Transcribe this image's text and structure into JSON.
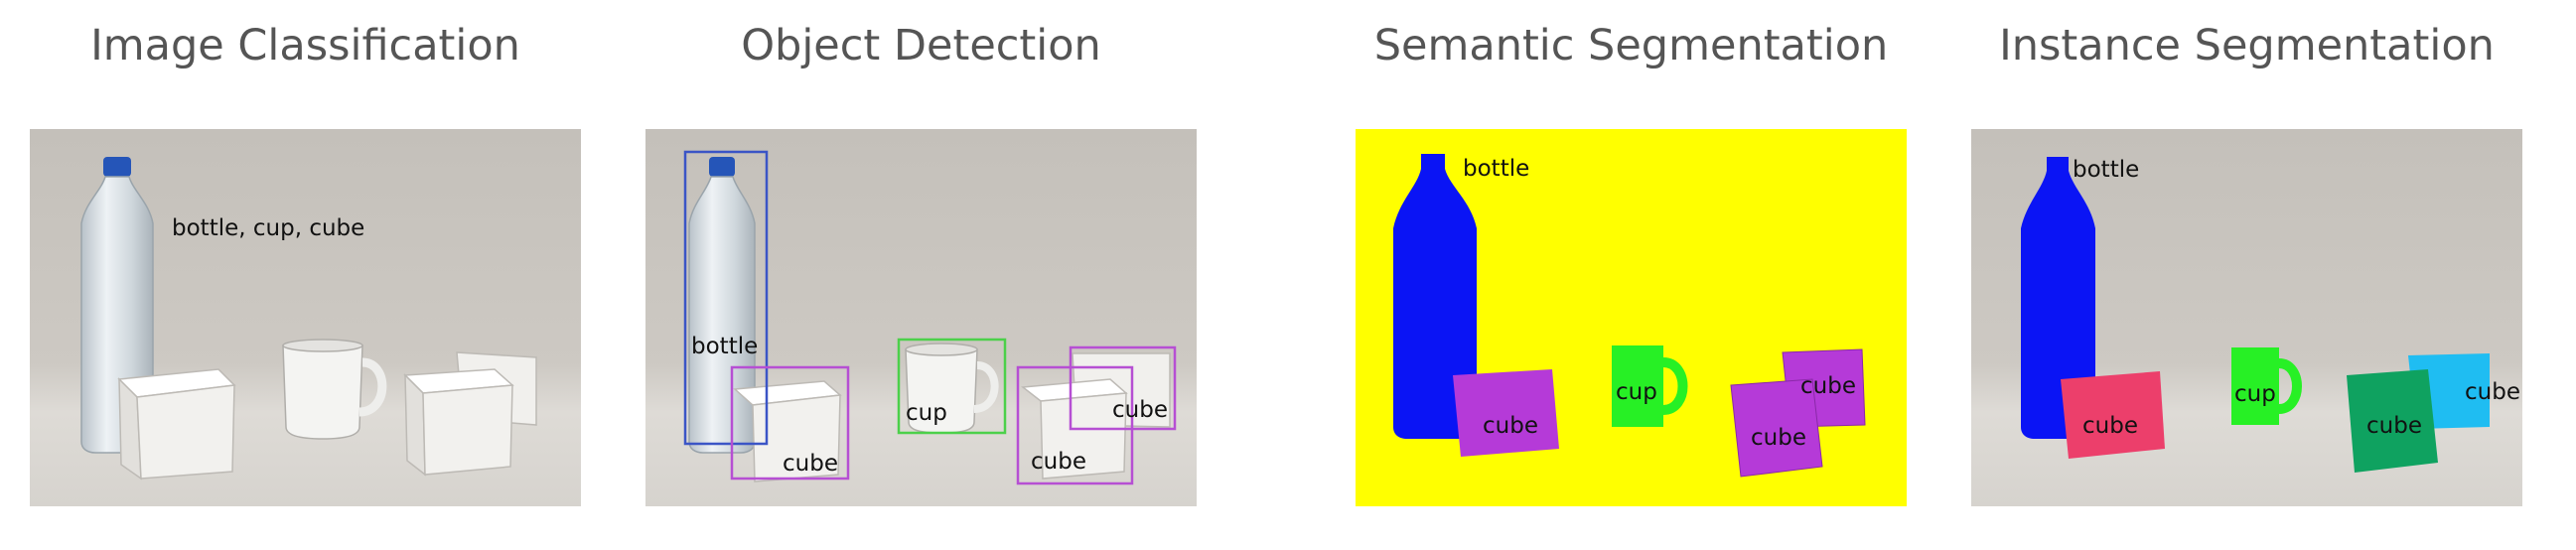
{
  "titles": {
    "classification": "Image Classification",
    "detection": "Object Detection",
    "semantic": "Semantic Segmentation",
    "instance": "Instance Segmentation"
  },
  "labels": {
    "classification": "bottle, cup, cube",
    "bottle": "bottle",
    "cup": "cup",
    "cube": "cube"
  },
  "colors": {
    "background_gray": "#c9c5bf",
    "table_gray": "#dcd9d4",
    "bottle_box": "#3b55c6",
    "cup_box": "#4cd04a",
    "cube_box": "#b64fd3",
    "semantic_background": "#ffff00",
    "bottle_mask": "#0a14f5",
    "cup_mask": "#27f025",
    "cube_mask_semantic": "#b53ad8",
    "cube_mask_red": "#ec3f6b",
    "cube_mask_green": "#0fa260",
    "cube_mask_cyan": "#1fbdf2"
  }
}
